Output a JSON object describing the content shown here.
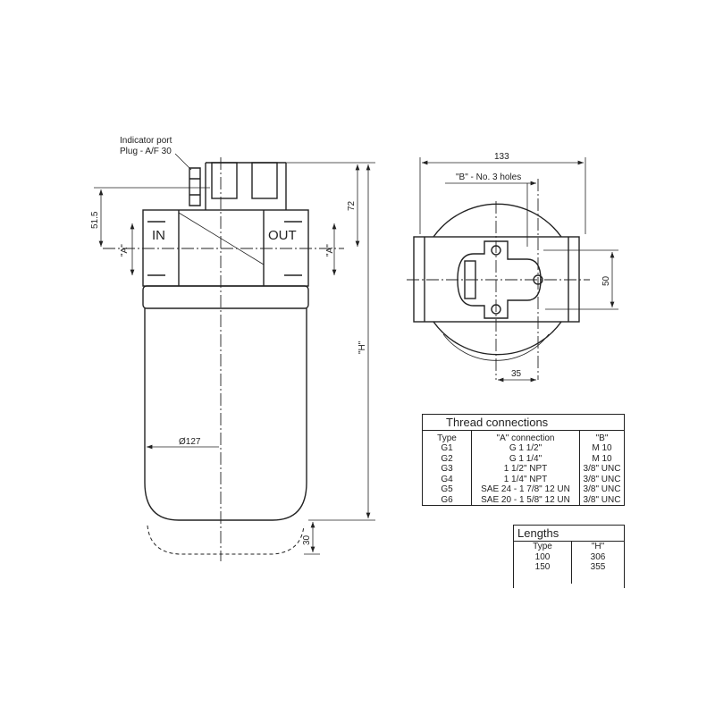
{
  "side_view": {
    "indicator_label": "Indicator port",
    "plug_label": "Plug - A/F 30",
    "in_label": "IN",
    "out_label": "OUT",
    "a_label": "\"A\"",
    "dim_515": "51.5",
    "dim_72": "72",
    "dim_h": "\"H\"",
    "dim_diameter": "Ø127",
    "dim_30": "30"
  },
  "top_view": {
    "dim_133": "133",
    "holes_label": "\"B\" - No. 3 holes",
    "dim_50": "50",
    "dim_35": "35"
  },
  "thread_table": {
    "title": "Thread connections",
    "headers": [
      "Type",
      "\"A\"  connection",
      "\"B\""
    ],
    "rows": [
      [
        "G1",
        "G 1 1/2\"",
        "M 10"
      ],
      [
        "G2",
        "G 1 1/4\"",
        "M 10"
      ],
      [
        "G3",
        "1 1/2\" NPT",
        "3/8\" UNC"
      ],
      [
        "G4",
        "1 1/4\" NPT",
        "3/8\" UNC"
      ],
      [
        "G5",
        "SAE 24 - 1 7/8\" 12 UN",
        "3/8\" UNC"
      ],
      [
        "G6",
        "SAE 20 - 1 5/8\" 12 UN",
        "3/8\" UNC"
      ]
    ]
  },
  "lengths_table": {
    "title": "Lengths",
    "headers": [
      "Type",
      "\"H\""
    ],
    "rows": [
      [
        "100",
        "306"
      ],
      [
        "150",
        "355"
      ]
    ]
  }
}
